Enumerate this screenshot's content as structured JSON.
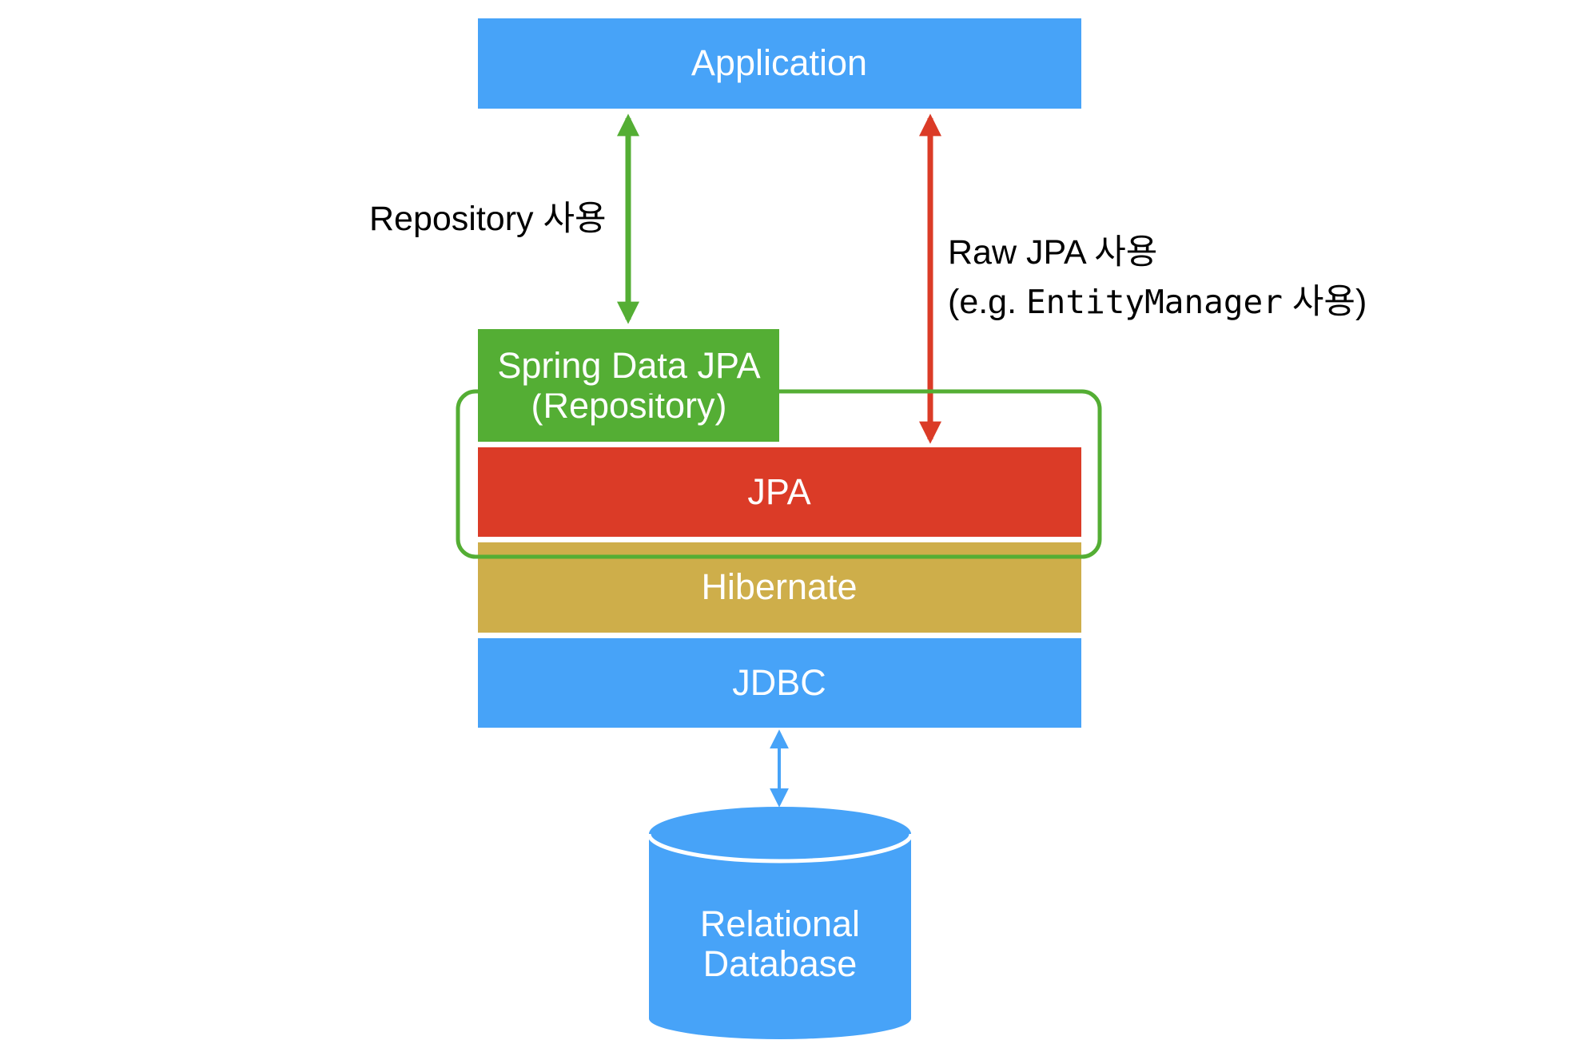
{
  "colors": {
    "blue": "#47a3f8",
    "green": "#54ae34",
    "red": "#db3b27",
    "gold": "#ceae4a",
    "white": "#ffffff",
    "text_dark": "#000000"
  },
  "boxes": {
    "application": "Application",
    "spring_data_jpa_line1": "Spring Data JPA",
    "spring_data_jpa_line2": "(Repository)",
    "jpa": "JPA",
    "hibernate": "Hibernate",
    "jdbc": "JDBC",
    "database_line1": "Relational",
    "database_line2": "Database"
  },
  "notes": {
    "repository_usage": "Repository 사용",
    "raw_jpa_line1": "Raw JPA 사용",
    "raw_jpa_line2_open": "(e.g. ",
    "raw_jpa_line2_code": "EntityManager",
    "raw_jpa_line2_close": " 사용)"
  },
  "icons": {
    "repository_arrow": "double-arrow",
    "raw_jpa_arrow": "double-arrow",
    "jdbc_db_arrow": "double-arrow",
    "database": "cylinder"
  }
}
